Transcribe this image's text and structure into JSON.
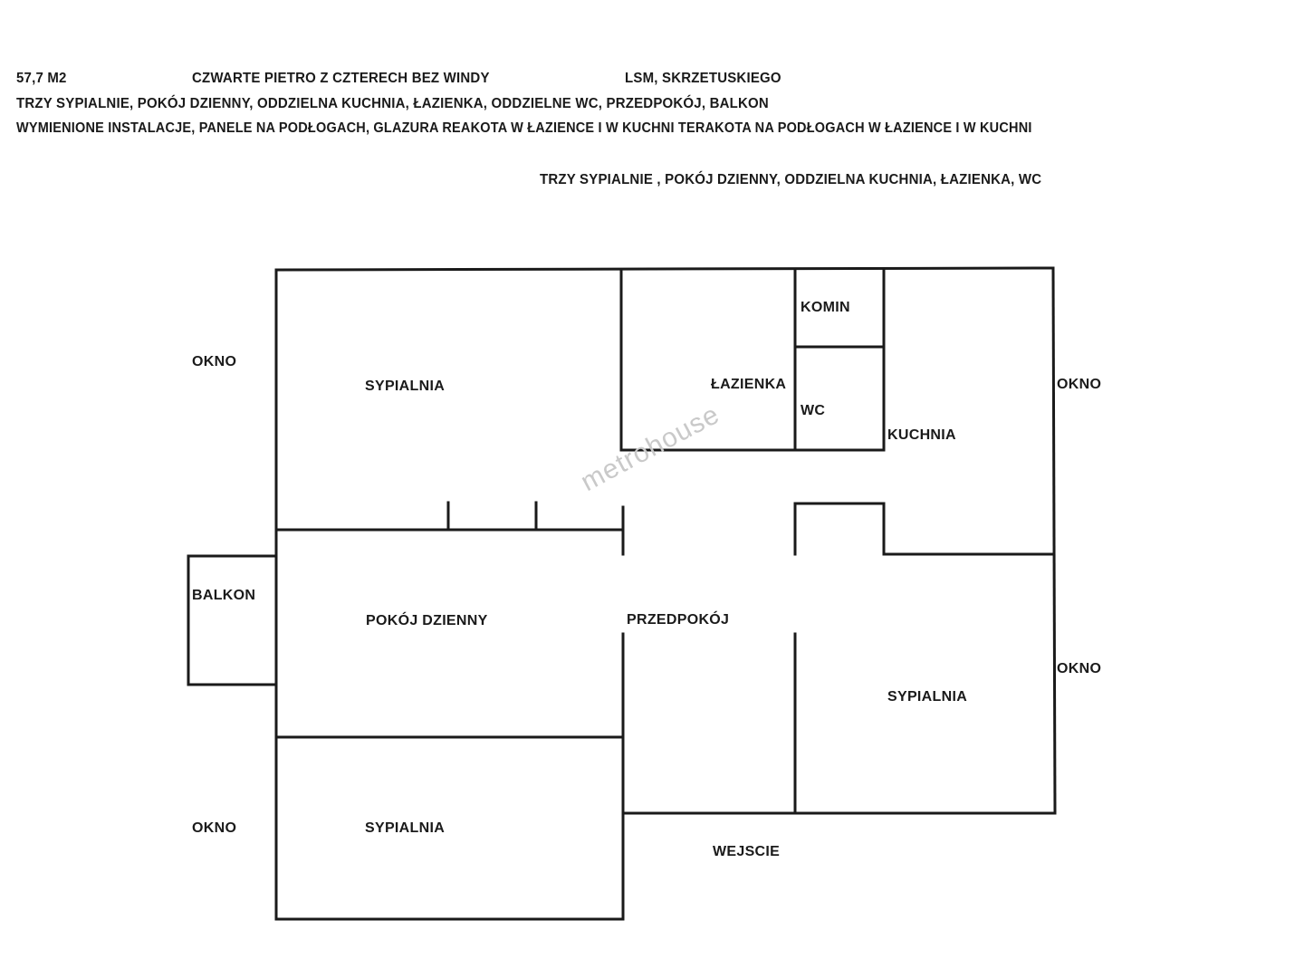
{
  "header": {
    "area": "57,7 M2",
    "floor": "CZWARTE PIETRO Z CZTERECH BEZ WINDY",
    "location": "LSM, SKRZETUSKIEGO",
    "rooms_line": "TRZY SYPIALNIE, POKÓJ DZIENNY, ODDZIELNA KUCHNIA, ŁAZIENKA, ODDZIELNE WC, PRZEDPOKÓJ, BALKON",
    "features_line": "WYMIENIONE INSTALACJE, PANELE NA PODŁOGACH, GLAZURA REAKOTA W ŁAZIENCE I W KUCHNI TERAKOTA NA PODŁOGACH W ŁAZIENCE I W KUCHNI",
    "summary_line": "TRZY SYPIALNIE , POKÓJ DZIENNY, ODDZIELNA KUCHNIA, ŁAZIENKA, WC"
  },
  "plan": {
    "rooms": {
      "bedroom_top_left": "SYPIALNIA",
      "bathroom": "ŁAZIENKA",
      "chimney": "KOMIN",
      "wc": "WC",
      "kitchen": "KUCHNIA",
      "balcony": "BALKON",
      "living_room": "POKÓJ DZIENNY",
      "hallway": "PRZEDPOKÓJ",
      "bedroom_right": "SYPIALNIA",
      "bedroom_bottom_left": "SYPIALNIA",
      "entrance": "WEJSCIE"
    },
    "windows": {
      "top_left": "OKNO",
      "bottom_left": "OKNO",
      "right_top": "OKNO",
      "right_bottom": "OKNO"
    }
  },
  "watermark": "metrohouse"
}
